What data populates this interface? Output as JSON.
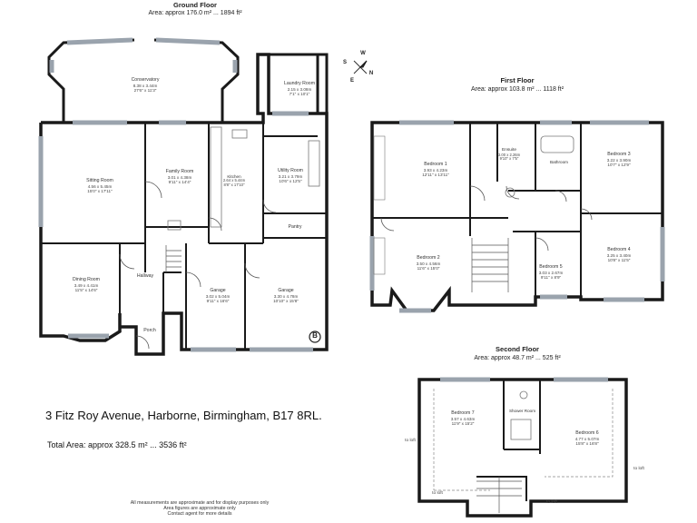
{
  "ground_floor": {
    "title": "Ground Floor",
    "area": "Area: approx 176.0 m² ... 1894 ft²",
    "rooms": [
      {
        "name": "Conservatory",
        "dims": [
          "8.38 x 3.44m",
          "27'6\" x 11'3\""
        ]
      },
      {
        "name": "Laundry Room",
        "dims": [
          "2.15 x 3.08m",
          "7'1\" x 10'1\""
        ]
      },
      {
        "name": "Sitting Room",
        "dims": [
          "4.56 x 5.45m",
          "15'0\" x 17'11\""
        ]
      },
      {
        "name": "Family Room",
        "dims": [
          "3.01 x 4.38m",
          "9'11\" x 14'4\""
        ]
      },
      {
        "name": "Kitchen",
        "dims": [
          "2.64 x 5.44m",
          "8'8\" x 17'10\""
        ]
      },
      {
        "name": "Utility Room",
        "dims": [
          "3.21 x 3.79m",
          "10'6\" x 12'5\""
        ]
      },
      {
        "name": "Pantry",
        "dims": []
      },
      {
        "name": "Hallway",
        "dims": []
      },
      {
        "name": "Dining Room",
        "dims": [
          "3.49 x 4.41m",
          "11'5\" x 14'6\""
        ]
      },
      {
        "name": "Garage",
        "dims": [
          "3.02 x 5.04m",
          "9'11\" x 16'6\""
        ]
      },
      {
        "name": "Garage",
        "dims": [
          "3.30 x 4.78m",
          "10'10\" x 15'8\""
        ]
      },
      {
        "name": "Porch",
        "dims": []
      }
    ]
  },
  "first_floor": {
    "title": "First Floor",
    "area": "Area: approx 103.8 m² ... 1118 ft²",
    "rooms": [
      {
        "name": "Bedroom 1",
        "dims": [
          "3.93 x 4.23m",
          "12'11\" x 13'11\""
        ]
      },
      {
        "name": "Ensuite",
        "dims": [
          "3.00 x 2.26m",
          "9'10\" x 7'5\""
        ]
      },
      {
        "name": "Bathroom",
        "dims": []
      },
      {
        "name": "Bedroom 3",
        "dims": [
          "3.22 x 3.90m",
          "10'7\" x 12'9\""
        ]
      },
      {
        "name": "Bedroom 2",
        "dims": [
          "3.50 x 4.56m",
          "11'6\" x 15'0\""
        ]
      },
      {
        "name": "Bedroom 5",
        "dims": [
          "3.03 x 2.67m",
          "9'11\" x 8'9\""
        ]
      },
      {
        "name": "Bedroom 4",
        "dims": [
          "3.25 x 3.40m",
          "10'8\" x 11'5\""
        ]
      }
    ]
  },
  "second_floor": {
    "title": "Second Floor",
    "area": "Area: approx 48.7 m² ... 525 ft²",
    "rooms": [
      {
        "name": "Bedroom 7",
        "dims": [
          "3.57 x 4.63m",
          "11'9\" x 15'2\""
        ]
      },
      {
        "name": "Shower Room",
        "dims": []
      },
      {
        "name": "Bedroom 6",
        "dims": [
          "4.77 x 5.07m",
          "15'8\" x 16'8\""
        ]
      }
    ],
    "loft_labels": [
      "to loft",
      "to loft",
      "to loft",
      "to loft"
    ]
  },
  "address": "3 Fitz Roy Avenue, Harborne, Birmingham, B17 8RL.",
  "total_area": "Total Area: approx 328.5 m² ... 3536 ft²",
  "footer": [
    "All measurements are approximate and for display purposes only",
    "Area figures are approximate only",
    "Contact agent for more details"
  ],
  "compass": {
    "n": "N",
    "s": "S",
    "e": "E",
    "w": "W"
  },
  "garage_badge": "B",
  "colors": {
    "wall": "#1a1a1a",
    "window": "#9aa3ad",
    "line": "#555555"
  }
}
